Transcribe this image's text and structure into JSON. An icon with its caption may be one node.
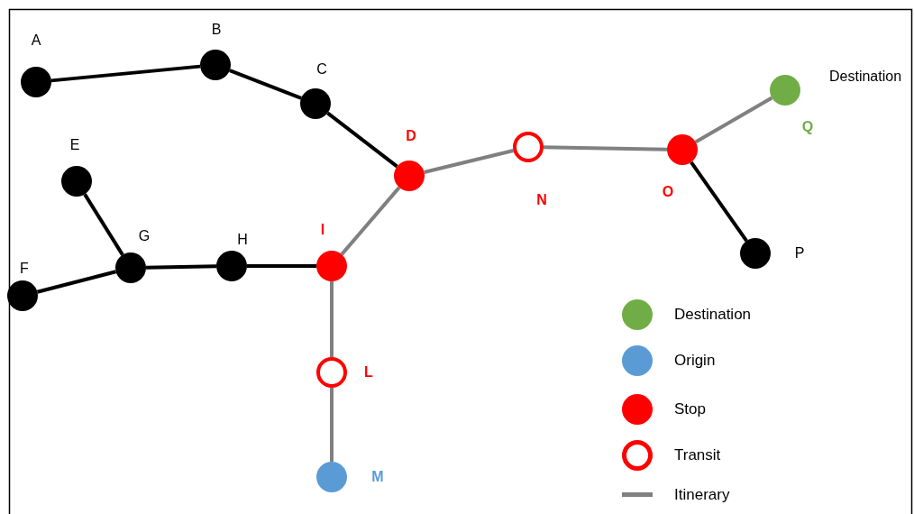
{
  "diagram": {
    "nodes": [
      {
        "text": [
          "A"
        ]
      },
      {
        "text": [
          "B"
        ]
      },
      {
        "text": [
          "C"
        ]
      },
      {
        "text": [
          "D"
        ]
      },
      {
        "text": [
          "N"
        ]
      },
      {
        "text": [
          "Q"
        ],
        "beside": [
          "Destination"
        ]
      },
      {
        "text": [
          "O"
        ]
      },
      {
        "text": [
          "E"
        ]
      },
      {
        "text": [
          "G"
        ]
      },
      {
        "text": [
          "H"
        ]
      },
      {
        "text": [
          "I"
        ]
      },
      {
        "text": [
          "P"
        ]
      },
      {
        "text": [
          "F"
        ]
      },
      {
        "text": [
          "L"
        ]
      },
      {
        "text": [
          "M"
        ]
      }
    ],
    "edges": [
      {
        "from": 0,
        "to": 1,
        "arrow": "none"
      },
      {
        "from": 1,
        "to": 2,
        "arrow": "none"
      },
      {
        "from": 2,
        "to": 3,
        "arrow": "none"
      },
      {
        "from": 3,
        "to": 4,
        "arrow": "none",
        "color": "#808080"
      },
      {
        "from": 4,
        "to": 6,
        "arrow": "none",
        "color": "#808080"
      },
      {
        "from": 6,
        "to": 5,
        "arrow": "none",
        "color": "#808080"
      },
      {
        "from": 6,
        "to": 11,
        "arrow": "none"
      },
      {
        "from": 7,
        "to": 8,
        "arrow": "none"
      },
      {
        "from": 12,
        "to": 8,
        "arrow": "none"
      },
      {
        "from": 8,
        "to": 9,
        "arrow": "none"
      },
      {
        "from": 9,
        "to": 10,
        "arrow": "none"
      },
      {
        "from": 10,
        "to": 3,
        "arrow": "none",
        "color": "#808080"
      },
      {
        "from": 10,
        "to": 13,
        "arrow": "none",
        "color": "#808080"
      },
      {
        "from": 13,
        "to": 14,
        "arrow": "none",
        "color": "#808080"
      }
    ],
    "legend": [
      {
        "text": "Destination",
        "color": "#70ad47"
      },
      {
        "text": "Origin",
        "color": "#5b9bd5"
      },
      {
        "text": "Stop",
        "color": "#ff0000"
      },
      {
        "text": "Transit"
      },
      {
        "text": "Itinerary"
      }
    ]
  }
}
